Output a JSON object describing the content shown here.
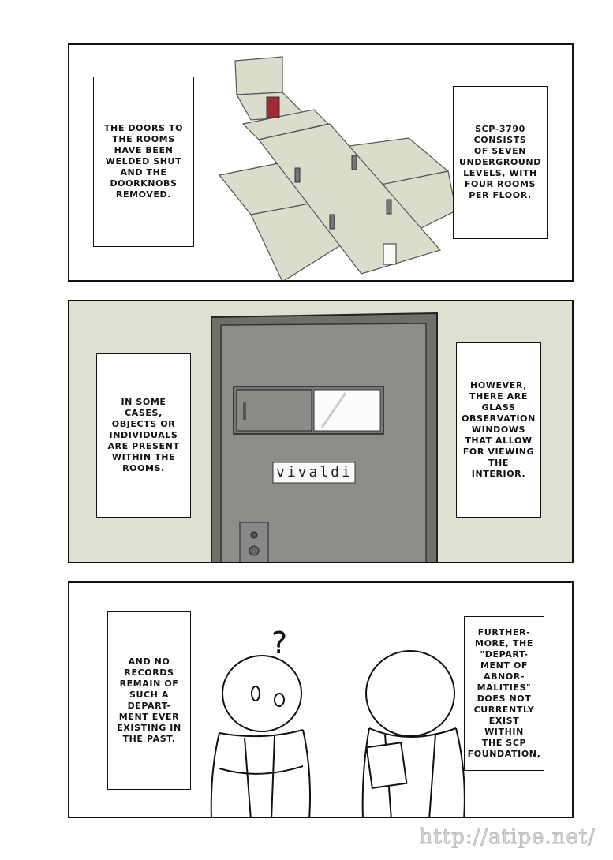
{
  "panels": [
    {
      "left_caption": "THE DOORS TO\nTHE ROOMS\nHAVE BEEN\nWELDED SHUT\nAND THE\nDOORKNOBS\nREMOVED.",
      "right_caption": "SCP-3790\nCONSISTS\nOF SEVEN\nUNDERGROUND\nLEVELS, WITH\nFOUR ROOMS\nPER FLOOR."
    },
    {
      "left_caption": "IN SOME\nCASES,\nOBJECTS OR\nINDIVIDUALS\nARE PRESENT\nWITHIN THE\nROOMS.",
      "right_caption": "HOWEVER,\nTHERE ARE\nGLASS\nOBSERVATION\nWINDOWS\nTHAT ALLOW\nFOR VIEWING\nTHE INTERIOR.",
      "nameplate": "vivaldi"
    },
    {
      "left_caption": "AND NO\nRECORDS\nREMAIN OF\nSUCH A\nDEPART-\nMENT EVER\nEXISTING IN\nTHE PAST.",
      "right_caption": "FURTHER-\nMORE, THE\n\"DEPART-\nMENT OF\nABNOR-\nMALITIES\"\nDOES NOT\nCURRENTLY\nEXIST WITHIN\nTHE SCP\nFOUNDATION,",
      "question_mark": "?"
    }
  ],
  "watermark": "http://atipe.net/"
}
